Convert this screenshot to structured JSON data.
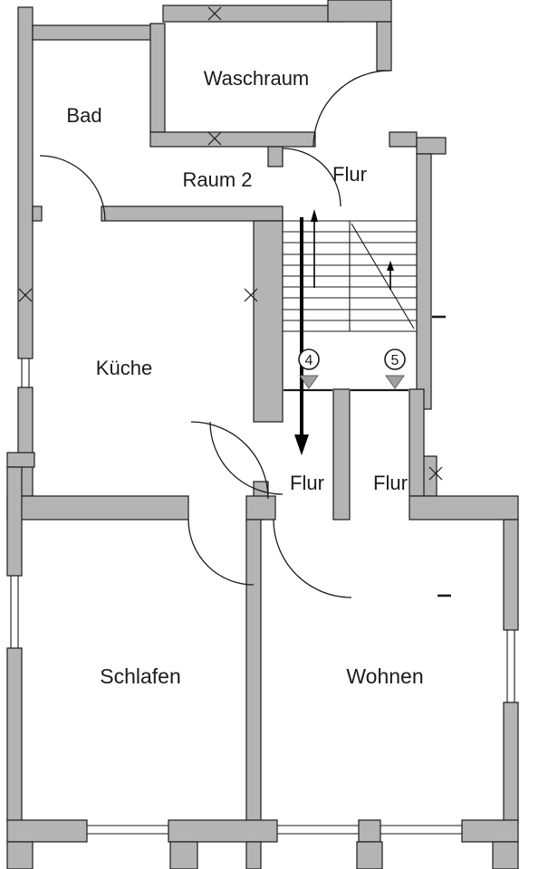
{
  "rooms": {
    "waschraum": "Waschraum",
    "bad": "Bad",
    "raum2": "Raum 2",
    "flur_top": "Flur",
    "kueche": "Küche",
    "flur_left": "Flur",
    "flur_right": "Flur",
    "schlafen": "Schlafen",
    "wohnen": "Wohnen"
  },
  "markers": {
    "m4": "4",
    "m5": "5"
  },
  "colors": {
    "wall_fill": "#b4b4b4",
    "wall_stroke": "#1a1a1a",
    "background": "#ffffff",
    "marker_triangle": "#a0a0a0",
    "arrow": "#000000"
  }
}
